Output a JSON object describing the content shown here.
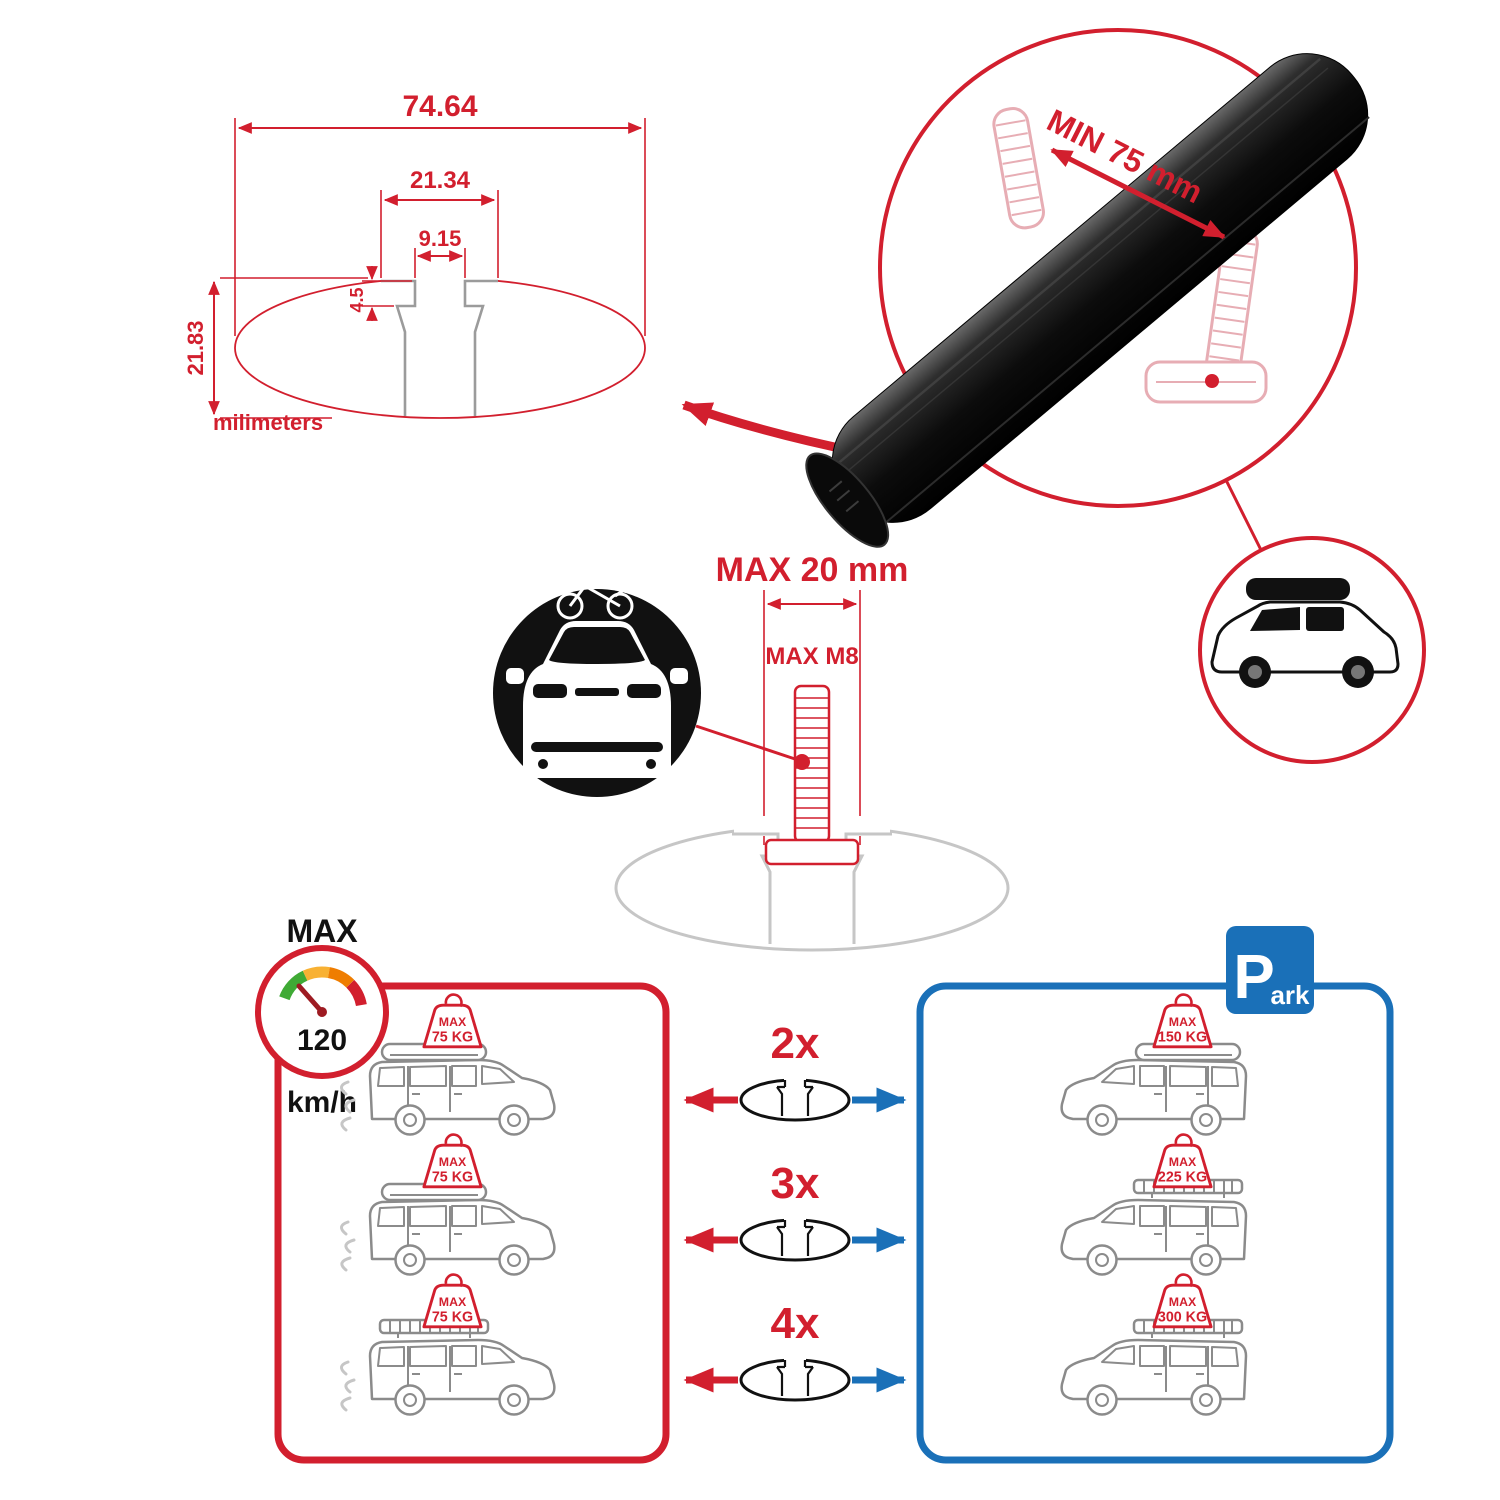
{
  "colors": {
    "red": "#d21f2e",
    "blue": "#1a70b8",
    "pink_ghost": "#e7adb4",
    "gray_ghost": "#c6c6c6",
    "car_outline": "#8b8b8b",
    "black": "#111111",
    "gauge_green": "#3faa35",
    "gauge_yellow": "#f8b133",
    "gauge_orange": "#ef7d00"
  },
  "profile_drawing": {
    "width_total": "74.64",
    "slot_outer": "21.34",
    "slot_inner": "9.15",
    "lip_depth": "4.5",
    "height_total": "21.83",
    "units": "milimeters"
  },
  "bar_detail": {
    "min_span": "MIN 75 mm"
  },
  "bolt_detail": {
    "max_width": "MAX 20 mm",
    "bolt_size": "MAX M8"
  },
  "speed_badge": {
    "label": "MAX",
    "value": "120",
    "units": "km/h"
  },
  "park_sign": {
    "letter": "P",
    "rest": "ark"
  },
  "comparison": {
    "multipliers": [
      "2x",
      "3x",
      "4x"
    ],
    "left_loads": [
      {
        "l1": "MAX",
        "l2": "75 KG"
      },
      {
        "l1": "MAX",
        "l2": "75 KG"
      },
      {
        "l1": "MAX",
        "l2": "75 KG"
      }
    ],
    "right_loads": [
      {
        "l1": "MAX",
        "l2": "150 KG"
      },
      {
        "l1": "MAX",
        "l2": "225 KG"
      },
      {
        "l1": "MAX",
        "l2": "300 KG"
      }
    ]
  }
}
